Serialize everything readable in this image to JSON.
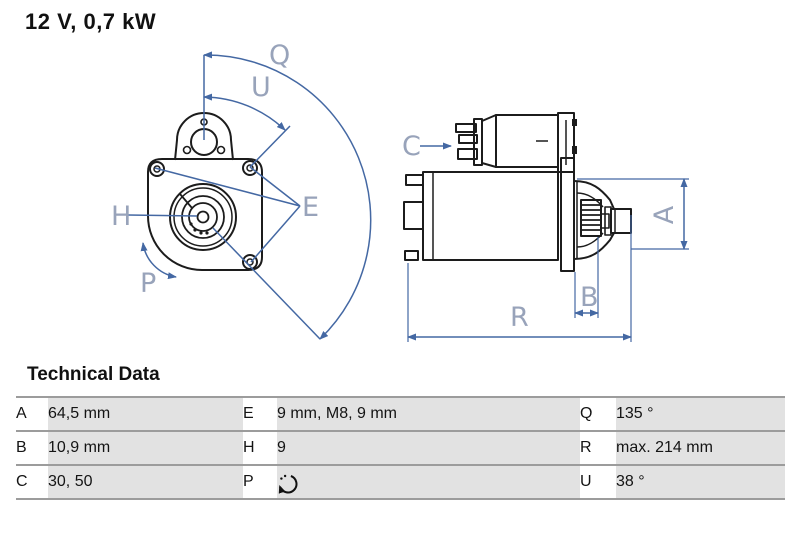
{
  "page_title": "12 V, 0,7 kW",
  "diagram": {
    "front_view_labels": {
      "q": "Q",
      "u": "U",
      "e": "E",
      "h": "H",
      "p": "P"
    },
    "side_view_labels": {
      "c": "C",
      "a": "A",
      "b": "B",
      "r": "R"
    }
  },
  "table": {
    "heading": "Technical Data",
    "rows": [
      {
        "c1": {
          "key": "A",
          "value": "64,5 mm"
        },
        "c2": {
          "key": "E",
          "value": "9 mm, M8, 9 mm"
        },
        "c3": {
          "key": "Q",
          "value": "135 °"
        }
      },
      {
        "c1": {
          "key": "B",
          "value": "10,9 mm"
        },
        "c2": {
          "key": "H",
          "value": "9"
        },
        "c3": {
          "key": "R",
          "value": "max. 214 mm"
        }
      },
      {
        "c1": {
          "key": "C",
          "value": "30, 50"
        },
        "c2": {
          "key": "P",
          "value": "",
          "icon": "rotation-ccw-icon"
        },
        "c3": {
          "key": "U",
          "value": "38 °"
        }
      }
    ]
  },
  "colors": {
    "dimension_line": "#4468a3",
    "label_text": "#98a3ba",
    "drawing_line": "#1c1c1c",
    "table_cell_bg": "#e2e2e2",
    "table_border": "#9c9c9c"
  }
}
